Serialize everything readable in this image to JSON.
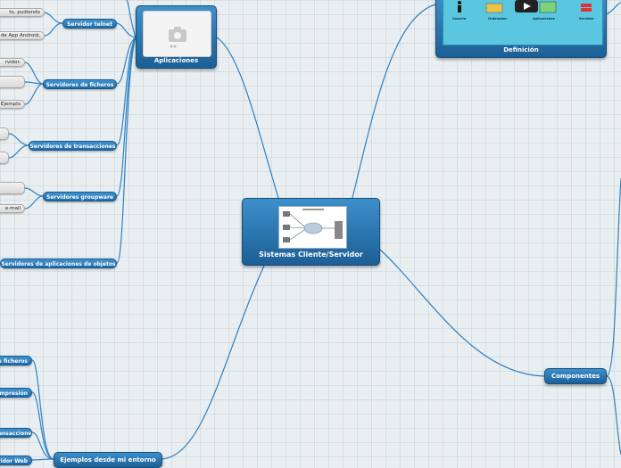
{
  "central": {
    "title": "Sistemas Cliente/Servidor",
    "image_icon": "network-diagram-image"
  },
  "aplicaciones": {
    "title": "Aplicaciones",
    "image_icon": "camera-icon"
  },
  "definicion": {
    "title": "Definición",
    "video_icon": "play-icon"
  },
  "componentes": {
    "title": "Componentes"
  },
  "ejemplos": {
    "title": "Ejemplos desde mi entorno"
  },
  "left_branches": {
    "telnet": "Servidor telnet",
    "ficheros": "Servidores de ficheros",
    "transacciones": "Servidores de transacciones",
    "groupware": "Servidores groupware",
    "objetos": "Servidores de aplicaciones de objetos"
  },
  "left_leaves": {
    "t1": "to, pudiendo",
    "t2": "de App Android,",
    "f1": "rvidor.",
    "f2": "",
    "f3": "Ejemplo",
    "tr1": "",
    "tr2": "",
    "g1": "",
    "g2": "e-mail"
  },
  "ejemplos_items": {
    "e1": "e ficheros",
    "e2": "impresión",
    "e3": "ransacciones",
    "e4": "vidor Web"
  },
  "video_labels": {
    "l1": "Usuario",
    "l2": "Ordenador",
    "l3": "Aplicaciones",
    "l4": "Servidor"
  },
  "colors": {
    "node": "#1d6aa8",
    "line": "#2e82c4",
    "background": "#e9eef0"
  }
}
